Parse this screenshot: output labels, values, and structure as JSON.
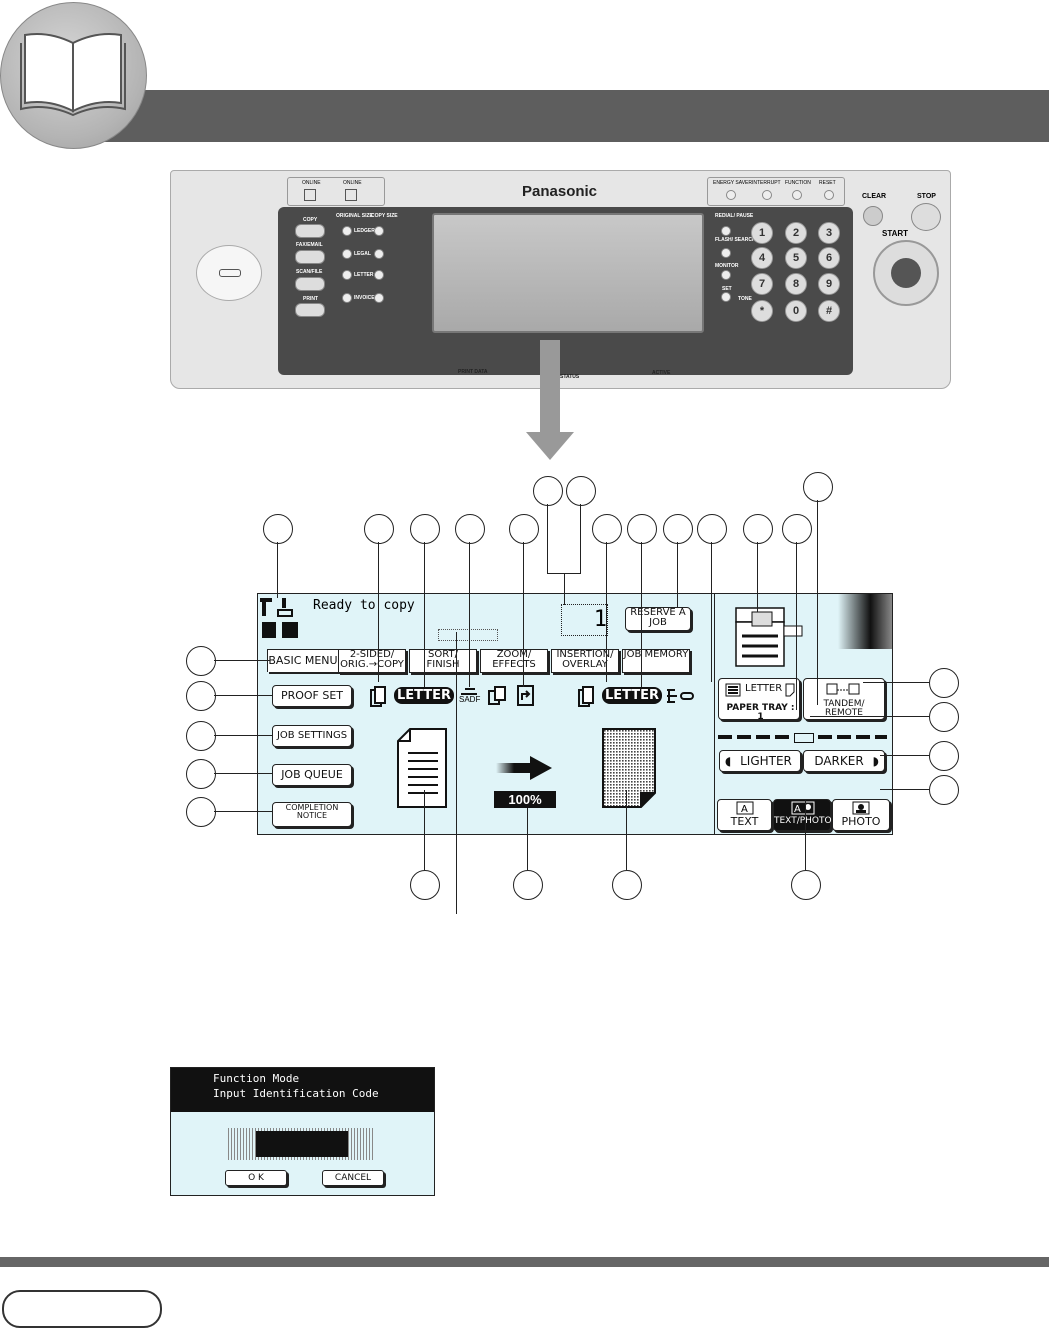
{
  "control_panel": {
    "brand": "Panasonic",
    "top_labels": [
      "ONLINE",
      "ONLINE"
    ],
    "right_top_labels": [
      "ENERGY SAVER",
      "INTERRUPT",
      "FUNCTION",
      "RESET"
    ],
    "left_buttons": [
      "COPY",
      "FAX/EMAIL",
      "SCAN/FILE",
      "PRINT"
    ],
    "size_header": [
      "ORIGINAL SIZE",
      "COPY SIZE"
    ],
    "sizes": [
      "LEDGER",
      "LEGAL",
      "LETTER",
      "INVOICE"
    ],
    "side_buttons": [
      "REDIAL/ PAUSE",
      "FLASH/ SEARCH",
      "MONITOR",
      "SET"
    ],
    "tone_label": "TONE",
    "keypad": [
      "1",
      "2",
      "3",
      "4",
      "5",
      "6",
      "7",
      "8",
      "9",
      "*",
      "0",
      "#"
    ],
    "clear_label": "CLEAR",
    "stop_label": "STOP",
    "start_label": "START",
    "bottom_labels": [
      "PRINT DATA",
      "STATUS",
      "ACTIVE"
    ]
  },
  "screen": {
    "status_text": "Ready to copy",
    "copy_count": "1",
    "reserve_job": "RESERVE A JOB",
    "tabs": [
      "BASIC MENU",
      "2-SIDED/ ORIG.→COPY",
      "SORT/ FINISH",
      "ZOOM/ EFFECTS",
      "INSERTION/ OVERLAY",
      "JOB MEMORY"
    ],
    "left_buttons": [
      "PROOF SET",
      "JOB SETTINGS",
      "JOB QUEUE",
      "COMPLETION NOTICE"
    ],
    "original_size": "LETTER",
    "copy_size": "LETTER",
    "sadf": "SADF",
    "zoom": "100%",
    "paper_size": "LETTER",
    "paper_tray": "PAPER TRAY : 1",
    "tandem": "TANDEM/ REMOTE",
    "lighter": "LIGHTER",
    "darker": "DARKER",
    "modes": [
      "TEXT",
      "TEXT/PHOTO",
      "PHOTO"
    ]
  },
  "dialog": {
    "title_line1": "Function Mode",
    "title_line2": "Input Identification Code",
    "ok": "O K",
    "cancel": "CANCEL"
  }
}
